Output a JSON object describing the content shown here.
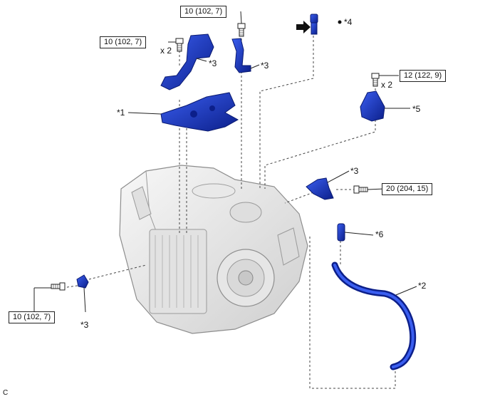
{
  "figure_code": "C",
  "torque_specs": [
    {
      "id": "t1",
      "text": "10 (102, 7)"
    },
    {
      "id": "t2",
      "text": "10 (102, 7)"
    },
    {
      "id": "t3",
      "text": "12 (122, 9)"
    },
    {
      "id": "t4",
      "text": "20 (204, 15)"
    },
    {
      "id": "t5",
      "text": "10 (102, 7)"
    }
  ],
  "quantities": {
    "q1": "x 2",
    "q2": "x 2"
  },
  "callouts": {
    "c1": "*1",
    "c2": "*2",
    "c3a": "*3",
    "c3b": "*3",
    "c3c": "*3",
    "c3d": "*3",
    "c4": "*4",
    "c5": "*5",
    "c6": "*6"
  },
  "colors": {
    "part_blue": "#1f3fc8",
    "part_blue_dark": "#0c1f8a",
    "housing_light": "#ececec",
    "housing_line": "#9a9a9a",
    "leader": "#444444"
  }
}
